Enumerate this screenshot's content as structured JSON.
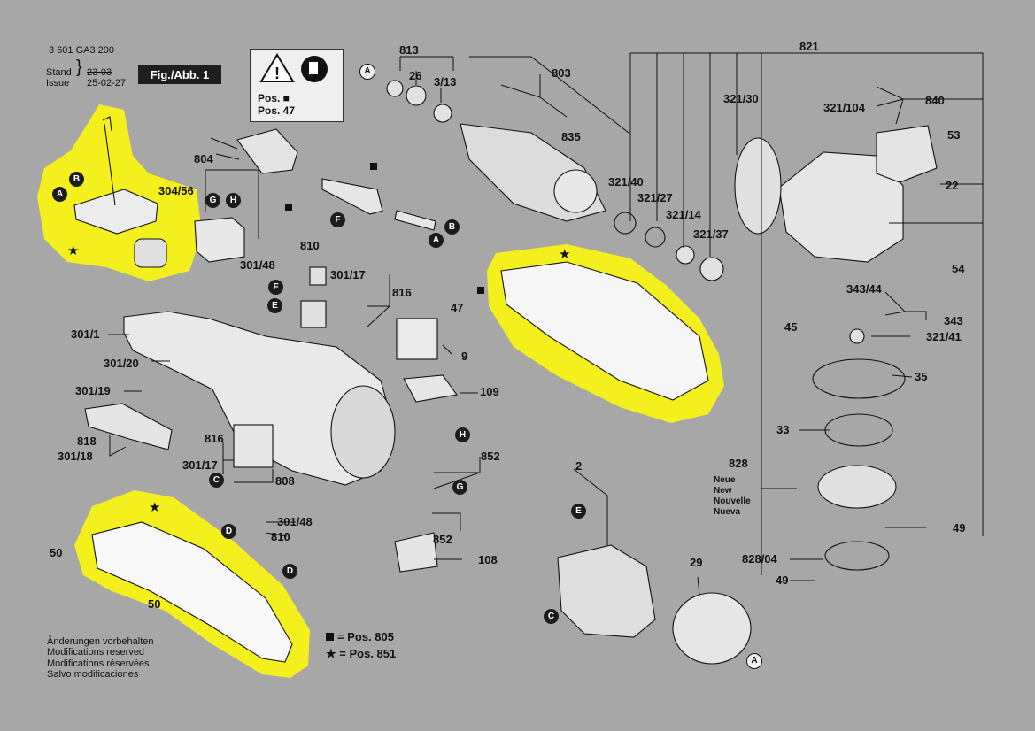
{
  "header": {
    "doc_number": "3 601 GA3 200",
    "stand_label": "Stand",
    "issue_label": "Issue",
    "date_old": "23-03",
    "date_new": "25-02-27",
    "figure_label": "Fig./Abb. 1"
  },
  "warning_box": {
    "pos_1": "Pos. ■",
    "pos_2": "Pos. 47"
  },
  "callouts": {
    "n813": "813",
    "n26": "26",
    "n3_13": "3/13",
    "n803": "803",
    "n821": "821",
    "n321_30": "321/30",
    "n840": "840",
    "n321_104": "321/104",
    "n835": "835",
    "n53": "53",
    "n804": "804",
    "n304_56": "304/56",
    "n321_40": "321/40",
    "n321_27": "321/27",
    "n22": "22",
    "n321_14": "321/14",
    "n321_37": "321/37",
    "n810a": "810",
    "n301_48a": "301/48",
    "n301_17a": "301/17",
    "n816a": "816",
    "n54": "54",
    "n343_44": "343/44",
    "n343": "343",
    "n47": "47",
    "n45": "45",
    "n301_1": "301/1",
    "n321_41": "321/41",
    "n9": "9",
    "n301_20": "301/20",
    "n35": "35",
    "n301_19": "301/19",
    "n109": "109",
    "n33": "33",
    "n818": "818",
    "n301_18": "301/18",
    "n816b": "816",
    "n852a": "852",
    "n2": "2",
    "n828": "828",
    "n301_17b": "301/17",
    "n808": "808",
    "n301_48b": "301/48",
    "n810b": "810",
    "n852b": "852",
    "n49a": "49",
    "n50a": "50",
    "n108": "108",
    "n29": "29",
    "n828_04": "828/04",
    "n49b": "49",
    "n50b": "50"
  },
  "languages": {
    "de": "Neue",
    "en": "New",
    "fr": "Nouvelle",
    "es": "Nueva"
  },
  "markers": {
    "A": "A",
    "B": "B",
    "C": "C",
    "D": "D",
    "E": "E",
    "F": "F",
    "G": "G",
    "H": "H"
  },
  "legend": {
    "square": "= Pos. 805",
    "star": "= Pos. 851"
  },
  "notes": {
    "de": "Änderungen vorbehalten",
    "en": "Modifications reserved",
    "fr": "Modifications réservées",
    "es": "Salvo modificaciones"
  },
  "colors": {
    "background": "#a7a7a7",
    "highlight": "#f4f01e",
    "ink": "#111111"
  }
}
